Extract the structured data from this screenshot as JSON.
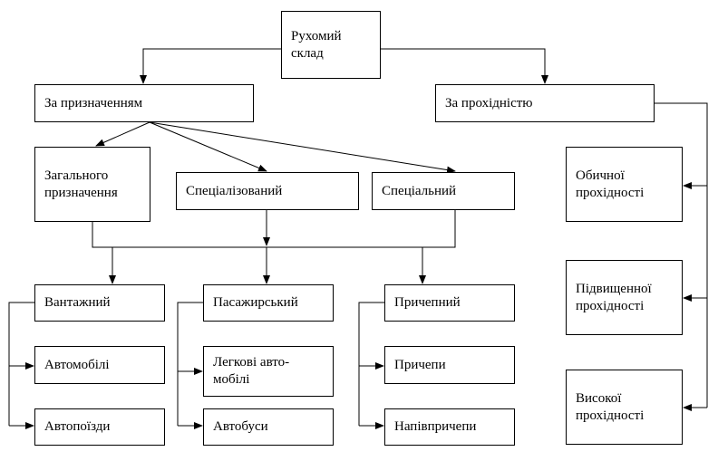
{
  "nodes": {
    "root": "Рухомий\nсклад",
    "purpose": "За призначенням",
    "passability": "За прохідністю",
    "general": "Загального\nпризначення",
    "specialized": "Спеціалізований",
    "special": "Спеціальний",
    "cargo": "Вантажний",
    "passenger": "Пасажирський",
    "trailer_type": "Причепний",
    "cars": "Автомобілі",
    "light_cars": "Легкові авто-\nмобілі",
    "trailers": "Причепи",
    "road_trains": "Автопоїзди",
    "buses": "Автобуси",
    "semitrailers": "Напівпричепи",
    "normal_pass": "Обичної\nпрохідності",
    "increased_pass": "Підвищенної\nпрохідності",
    "high_pass": "Високої\nпрохідності"
  }
}
